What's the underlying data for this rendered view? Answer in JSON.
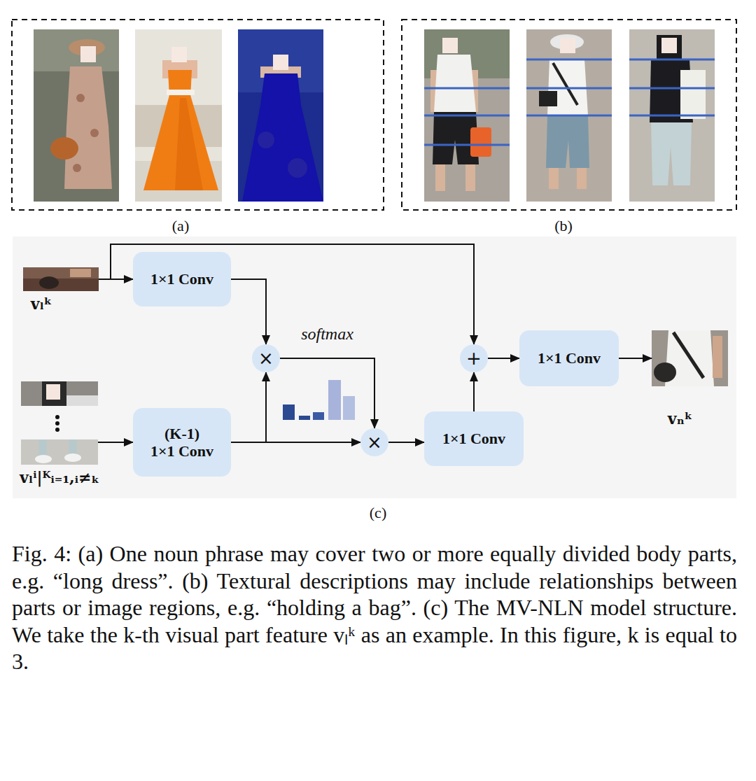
{
  "diagram": {
    "caption": "Fig. 4: (a) One noun phrase may cover two or more equally divided body parts, e.g. “long dress”. (b) Textural descriptions may include relationships between parts or image regions, e.g. “holding a bag”. (c) The MV-NLN model structure. We take the k-th visual part feature vₗᵏ as an example. In this figure, k is equal to 3.",
    "nodes": [
      {
        "text": [
          "vₗᵏ"
        ]
      },
      {
        "text": [
          "1×1 Conv"
        ]
      },
      {
        "text": [
          "×"
        ]
      },
      {
        "text": [
          "vₗⁱ|ᴷᵢ₌₁,ᵢ≠ₖ"
        ]
      },
      {
        "text": [
          "(K-1)",
          "1×1 Conv"
        ]
      },
      {
        "text": [
          "×"
        ]
      },
      {
        "text": [
          "1×1 Conv"
        ]
      },
      {
        "text": [
          "+"
        ]
      },
      {
        "text": [
          "1×1 Conv"
        ]
      },
      {
        "text": [
          "vₙᵏ"
        ]
      }
    ],
    "edges": [
      {
        "from": 0,
        "to": 1,
        "arrow": "to"
      },
      {
        "from": 0,
        "to": 7,
        "arrow": "to"
      },
      {
        "from": 1,
        "to": 2,
        "arrow": "to"
      },
      {
        "from": 3,
        "to": 4,
        "arrow": "to"
      },
      {
        "from": 4,
        "to": 2,
        "arrow": "to"
      },
      {
        "from": 4,
        "to": 5,
        "arrow": "to"
      },
      {
        "from": 2,
        "to": 5,
        "arrow": "to",
        "label": "softmax"
      },
      {
        "from": 5,
        "to": 6,
        "arrow": "to"
      },
      {
        "from": 6,
        "to": 7,
        "arrow": "to"
      },
      {
        "from": 7,
        "to": 8,
        "arrow": "to"
      },
      {
        "from": 8,
        "to": 9,
        "arrow": "to"
      }
    ],
    "labels": [
      "(a)",
      "(b)",
      "(c)"
    ]
  }
}
